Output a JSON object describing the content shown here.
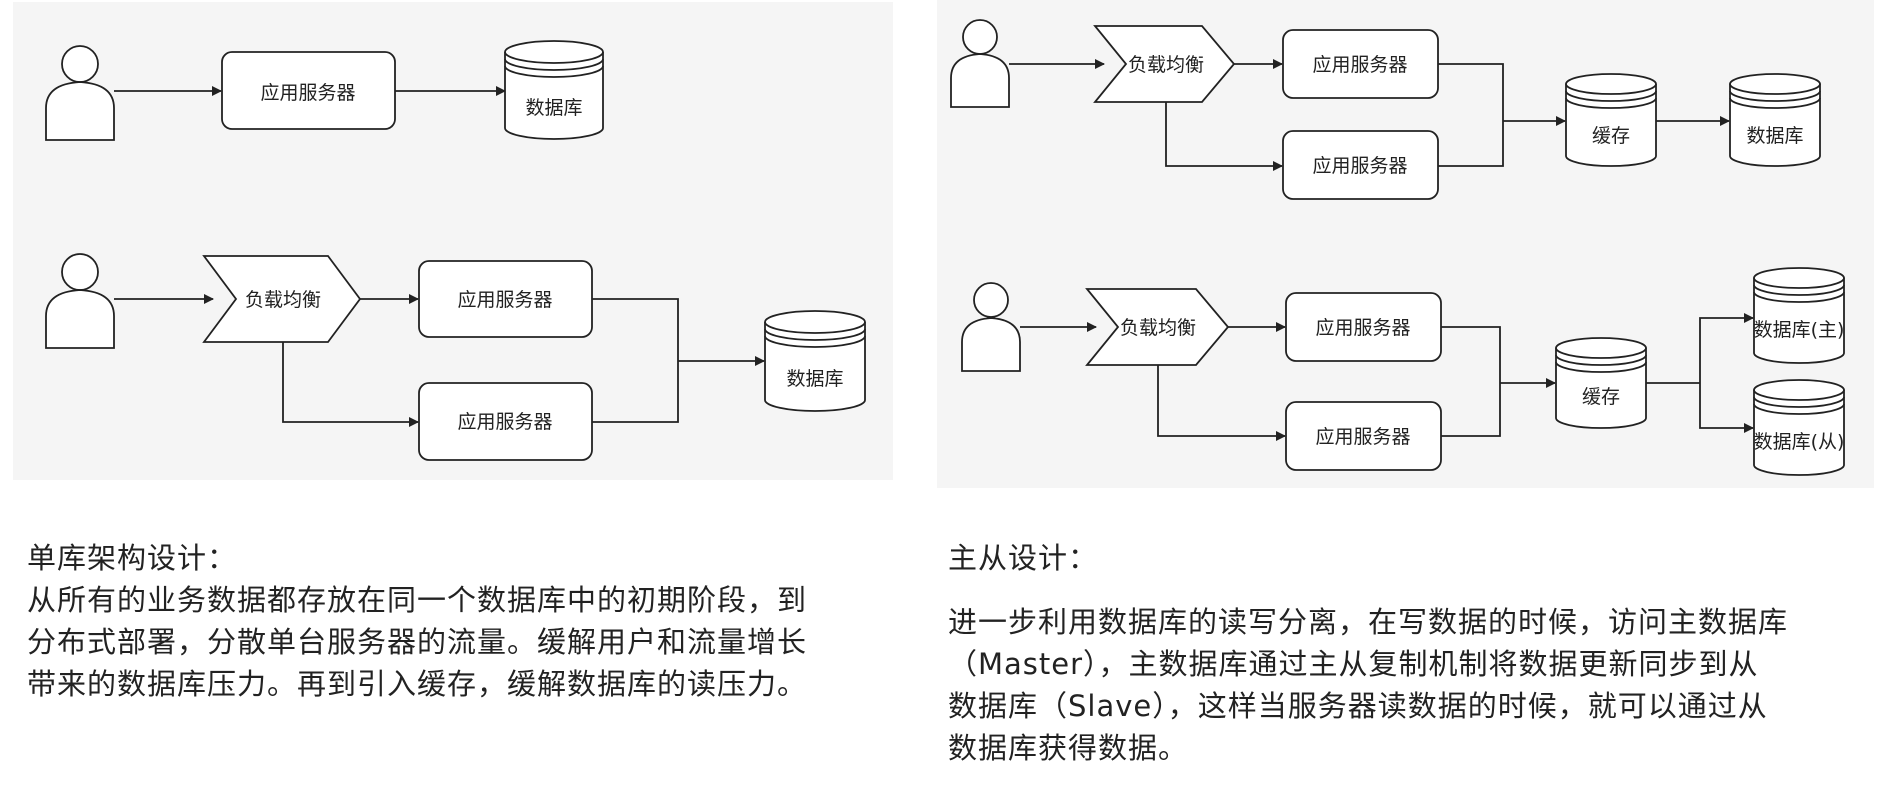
{
  "labels": {
    "app_server": "应用服务器",
    "database": "数据库",
    "load_balancer": "负载均衡",
    "cache": "缓存",
    "db_master": "数据库(主)",
    "db_slave": "数据库(从)"
  },
  "left_text": {
    "title": "单库架构设计：",
    "lines": [
      "从所有的业务数据都存放在同一个数据库中的初期阶段，到",
      "分布式部署，分散单台服务器的流量。缓解用户和流量增长",
      "带来的数据库压力。再到引入缓存，缓解数据库的读压力。"
    ]
  },
  "right_text": {
    "title": "主从设计：",
    "lines": [
      "进一步利用数据库的读写分离，在写数据的时候，访问主数据库",
      "（Master），主数据库通过主从复制机制将数据更新同步到从",
      "数据库（Slave），这样当服务器读数据的时候，就可以通过从",
      "数据库获得数据。"
    ]
  },
  "colors": {
    "panel_bg": "#f5f5f5",
    "stroke": "#222222",
    "node_fill": "#ffffff"
  }
}
